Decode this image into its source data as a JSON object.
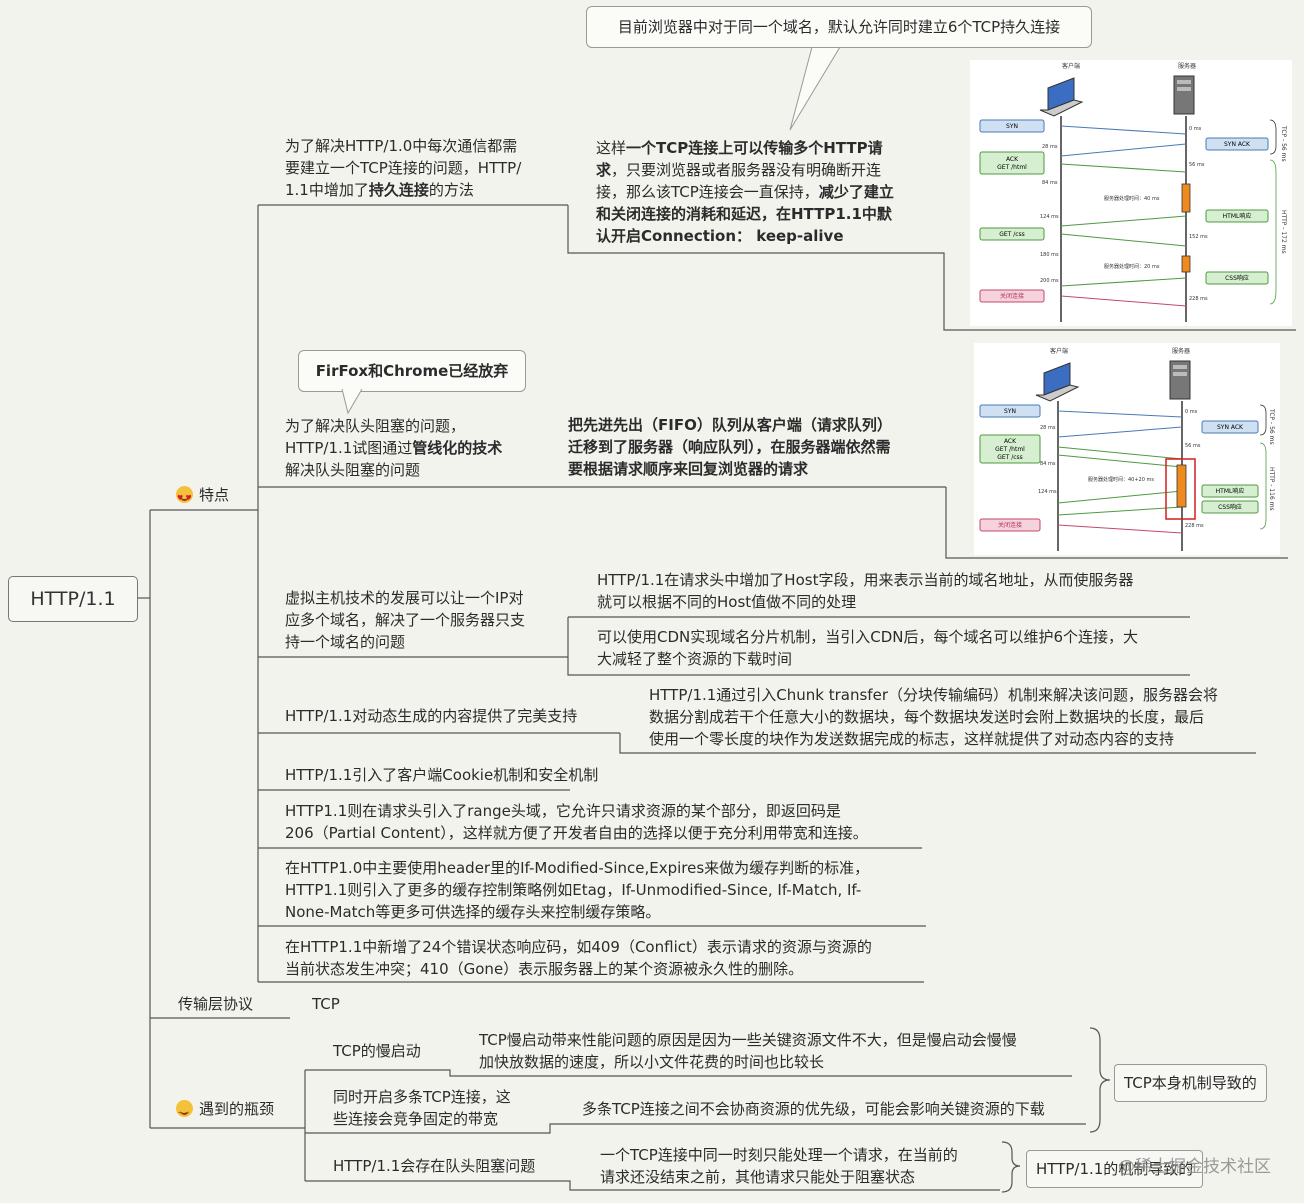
{
  "root": {
    "label": "HTTP/1.1"
  },
  "features": {
    "label": "特点",
    "persistent": {
      "left": [
        "为了解决HTTP/1.0中每次通信都需",
        "要建立一个TCP连接的问题，HTTP/",
        "1.1中增加了",
        "持久连接",
        "的方法"
      ],
      "right": [
        "这样",
        "一个TCP连接上可以传输多个HTTP请",
        "求",
        "，只要浏览器或者服务器没有明确断开连",
        "接，那么该TCP连接会一直保持，",
        "减少了建立",
        "和关闭连接的消耗和延迟，在HTTP1.1中默",
        "认开启Connection： keep-alive"
      ],
      "callout": "目前浏览器中对于同一个域名，默认允许同时建立6个TCP持久连接"
    },
    "pipeline": {
      "callout": "FirFox和Chrome已经放弃",
      "left": [
        "为了解决队头阻塞的问题，",
        "HTTP/1.1试图通过",
        "管线化的技术",
        "解决队头阻塞的问题"
      ],
      "right": [
        "把先进先出（FIFO）队列从客户端（请求队列）",
        "迁移到了服务器（响应队列），在服务器端依然需",
        "要根据请求顺序来回复浏览器的请求"
      ]
    },
    "vhost": {
      "left": [
        "虚拟主机技术的发展可以让一个IP对",
        "应多个域名，解决了一个服务器只支",
        "持一个域名的问题"
      ],
      "right1": [
        "HTTP/1.1在请求头中增加了Host字段，用来表示当前的域名地址，从而使服务器",
        "就可以根据不同的Host值做不同的处理"
      ],
      "right2": [
        "可以使用CDN实现域名分片机制，当引入CDN后，每个域名可以维护6个连接，大",
        "大减轻了整个资源的下载时间"
      ]
    },
    "dynamic": {
      "left": "HTTP/1.1对动态生成的内容提供了完美支持",
      "right": [
        "HTTP/1.1通过引入Chunk transfer（分块传输编码）机制来解决该问题，服务器会将",
        "数据分割成若干个任意大小的数据块，每个数据块发送时会附上数据块的长度，最后",
        "使用一个零长度的块作为发送数据完成的标志，这样就提供了对动态内容的支持"
      ]
    },
    "cookie": "HTTP/1.1引入了客户端Cookie机制和安全机制",
    "range": [
      "HTTP1.1则在请求头引入了range头域，它允许只请求资源的某个部分，即返回码是",
      "206（Partial Content），这样就方便了开发者自由的选择以便于充分利用带宽和连接。"
    ],
    "cache": [
      "在HTTP1.0中主要使用header里的If-Modified-Since,Expires来做为缓存判断的标准，",
      "HTTP1.1则引入了更多的缓存控制策略例如Etag，If-Unmodified-Since, If-Match, If-",
      "None-Match等更多可供选择的缓存头来控制缓存策略。"
    ],
    "errors": [
      "在HTTP1.1中新增了24个错误状态响应码，如409（Conflict）表示请求的资源与资源的",
      "当前状态发生冲突；410（Gone）表示服务器上的某个资源被永久性的删除。"
    ]
  },
  "transport": {
    "label": "传输层协议",
    "value": "TCP"
  },
  "bottleneck": {
    "label": "遇到的瓶颈",
    "slow_start": {
      "label": "TCP的慢启动",
      "detail": [
        "TCP慢启动带来性能问题的原因是因为一些关键资源文件不大，但是慢启动会慢慢",
        "加快放数据的速度，所以小文件花费的时间也比较长"
      ]
    },
    "multi_tcp": {
      "label": [
        "同时开启多条TCP连接，这",
        "些连接会竞争固定的带宽"
      ],
      "detail": "多条TCP连接之间不会协商资源的优先级，可能会影响关键资源的下载"
    },
    "hol": {
      "label": "HTTP/1.1会存在队头阻塞问题",
      "detail": [
        "一个TCP连接中同一时刻只能处理一个请求，在当前的",
        "请求还没结束之前，其他请求只能处于阻塞状态"
      ]
    },
    "summary1": "TCP本身机制导致的",
    "summary2": "HTTP/1.1的机制导致的"
  },
  "diagram1": {
    "client": "客户端",
    "server": "服务器",
    "left_labels": [
      "SYN",
      "ACK",
      "GET /html",
      "GET /css",
      "关闭连接"
    ],
    "right_labels": [
      "SYN ACK",
      "HTML响应",
      "CSS响应"
    ],
    "times_left": [
      "28 ms",
      "84 ms",
      "124 ms",
      "180 ms",
      "200 ms"
    ],
    "times_right": [
      "0 ms",
      "56 ms",
      "152 ms",
      "228 ms"
    ],
    "proc": [
      "服务器处理时间：40 ms",
      "服务器处理时间：20 ms"
    ],
    "side": [
      "TCP - 56 ms",
      "HTTP - 172 ms"
    ]
  },
  "diagram2": {
    "client": "客户端",
    "server": "服务器",
    "left_labels": [
      "SYN",
      "ACK",
      "GET /html",
      "GET /css",
      "关闭连接"
    ],
    "right_labels": [
      "SYN ACK",
      "HTML响应",
      "CSS响应"
    ],
    "times_left": [
      "28 ms",
      "84 ms",
      "124 ms"
    ],
    "times_right": [
      "0 ms",
      "56 ms",
      "228 ms"
    ],
    "proc": [
      "服务器处理时间：40+20 ms"
    ],
    "side": [
      "TCP - 56 ms",
      "HTTP - 116 ms"
    ]
  },
  "watermark": "@稀土掘金技术社区"
}
